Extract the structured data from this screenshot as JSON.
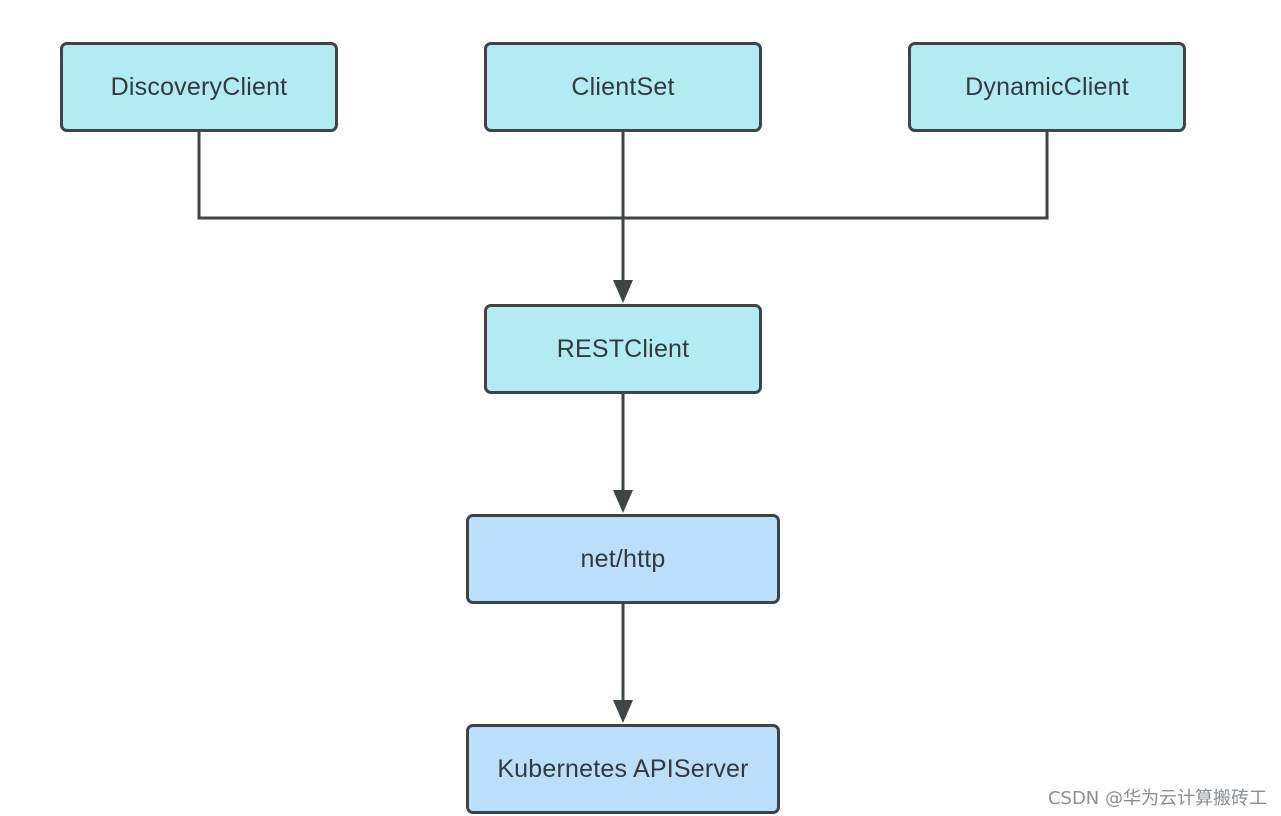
{
  "diagram": {
    "nodes": [
      {
        "id": "discovery",
        "label": "DiscoveryClient"
      },
      {
        "id": "clientset",
        "label": "ClientSet"
      },
      {
        "id": "dynamic",
        "label": "DynamicClient"
      },
      {
        "id": "rest",
        "label": "RESTClient"
      },
      {
        "id": "nethttp",
        "label": "net/http"
      },
      {
        "id": "apiserver",
        "label": "Kubernetes APIServer"
      }
    ],
    "edges": [
      {
        "from": "discovery",
        "to": "rest"
      },
      {
        "from": "clientset",
        "to": "rest"
      },
      {
        "from": "dynamic",
        "to": "rest"
      },
      {
        "from": "rest",
        "to": "nethttp"
      },
      {
        "from": "nethttp",
        "to": "apiserver"
      }
    ],
    "colors": {
      "teal_fill": "#b2ebf2",
      "blue_fill": "#bbdefb",
      "stroke": "#3f4447",
      "text": "#333a3d"
    }
  },
  "watermark": "CSDN @华为云计算搬砖工"
}
